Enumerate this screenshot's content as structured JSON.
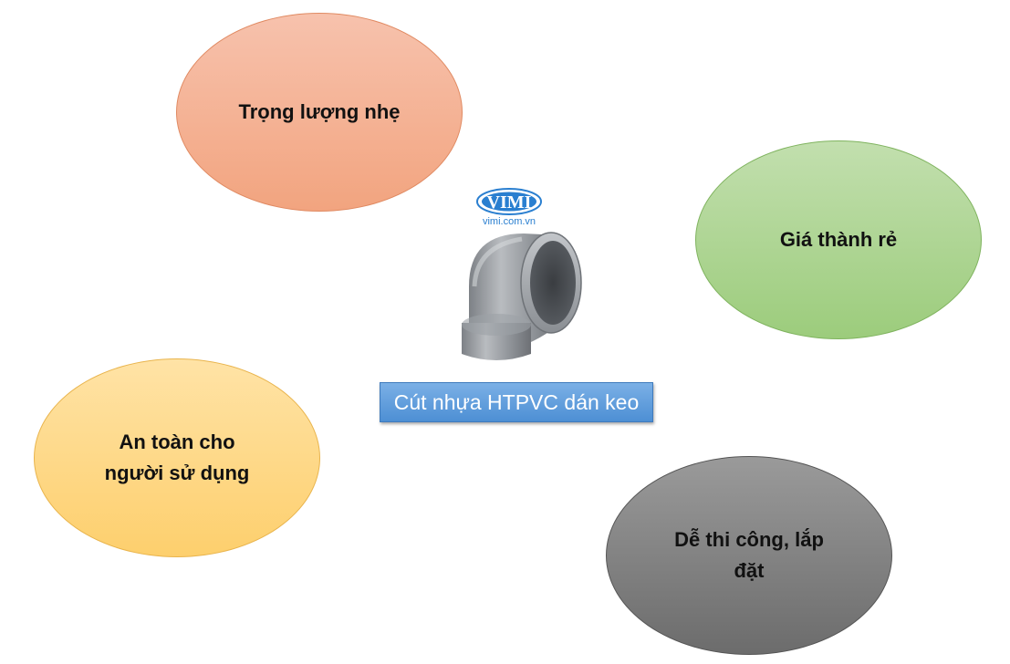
{
  "center": {
    "logo_text": "VIMI",
    "logo_url": "vimi.com.vn",
    "label": "Cút nhựa HTPVC dán keo"
  },
  "features": {
    "light": {
      "lines": [
        "Trọng lượng nhẹ"
      ],
      "color": "#f4ab8a"
    },
    "cheap": {
      "lines": [
        "Giá thành rẻ"
      ],
      "color": "#a9d48b"
    },
    "safe": {
      "lines": [
        "An toàn cho",
        "người sử dụng"
      ],
      "color": "#fed680"
    },
    "install": {
      "lines": [
        "Dễ thi công, lắp",
        "đặt"
      ],
      "color": "#7f7f7f"
    }
  }
}
